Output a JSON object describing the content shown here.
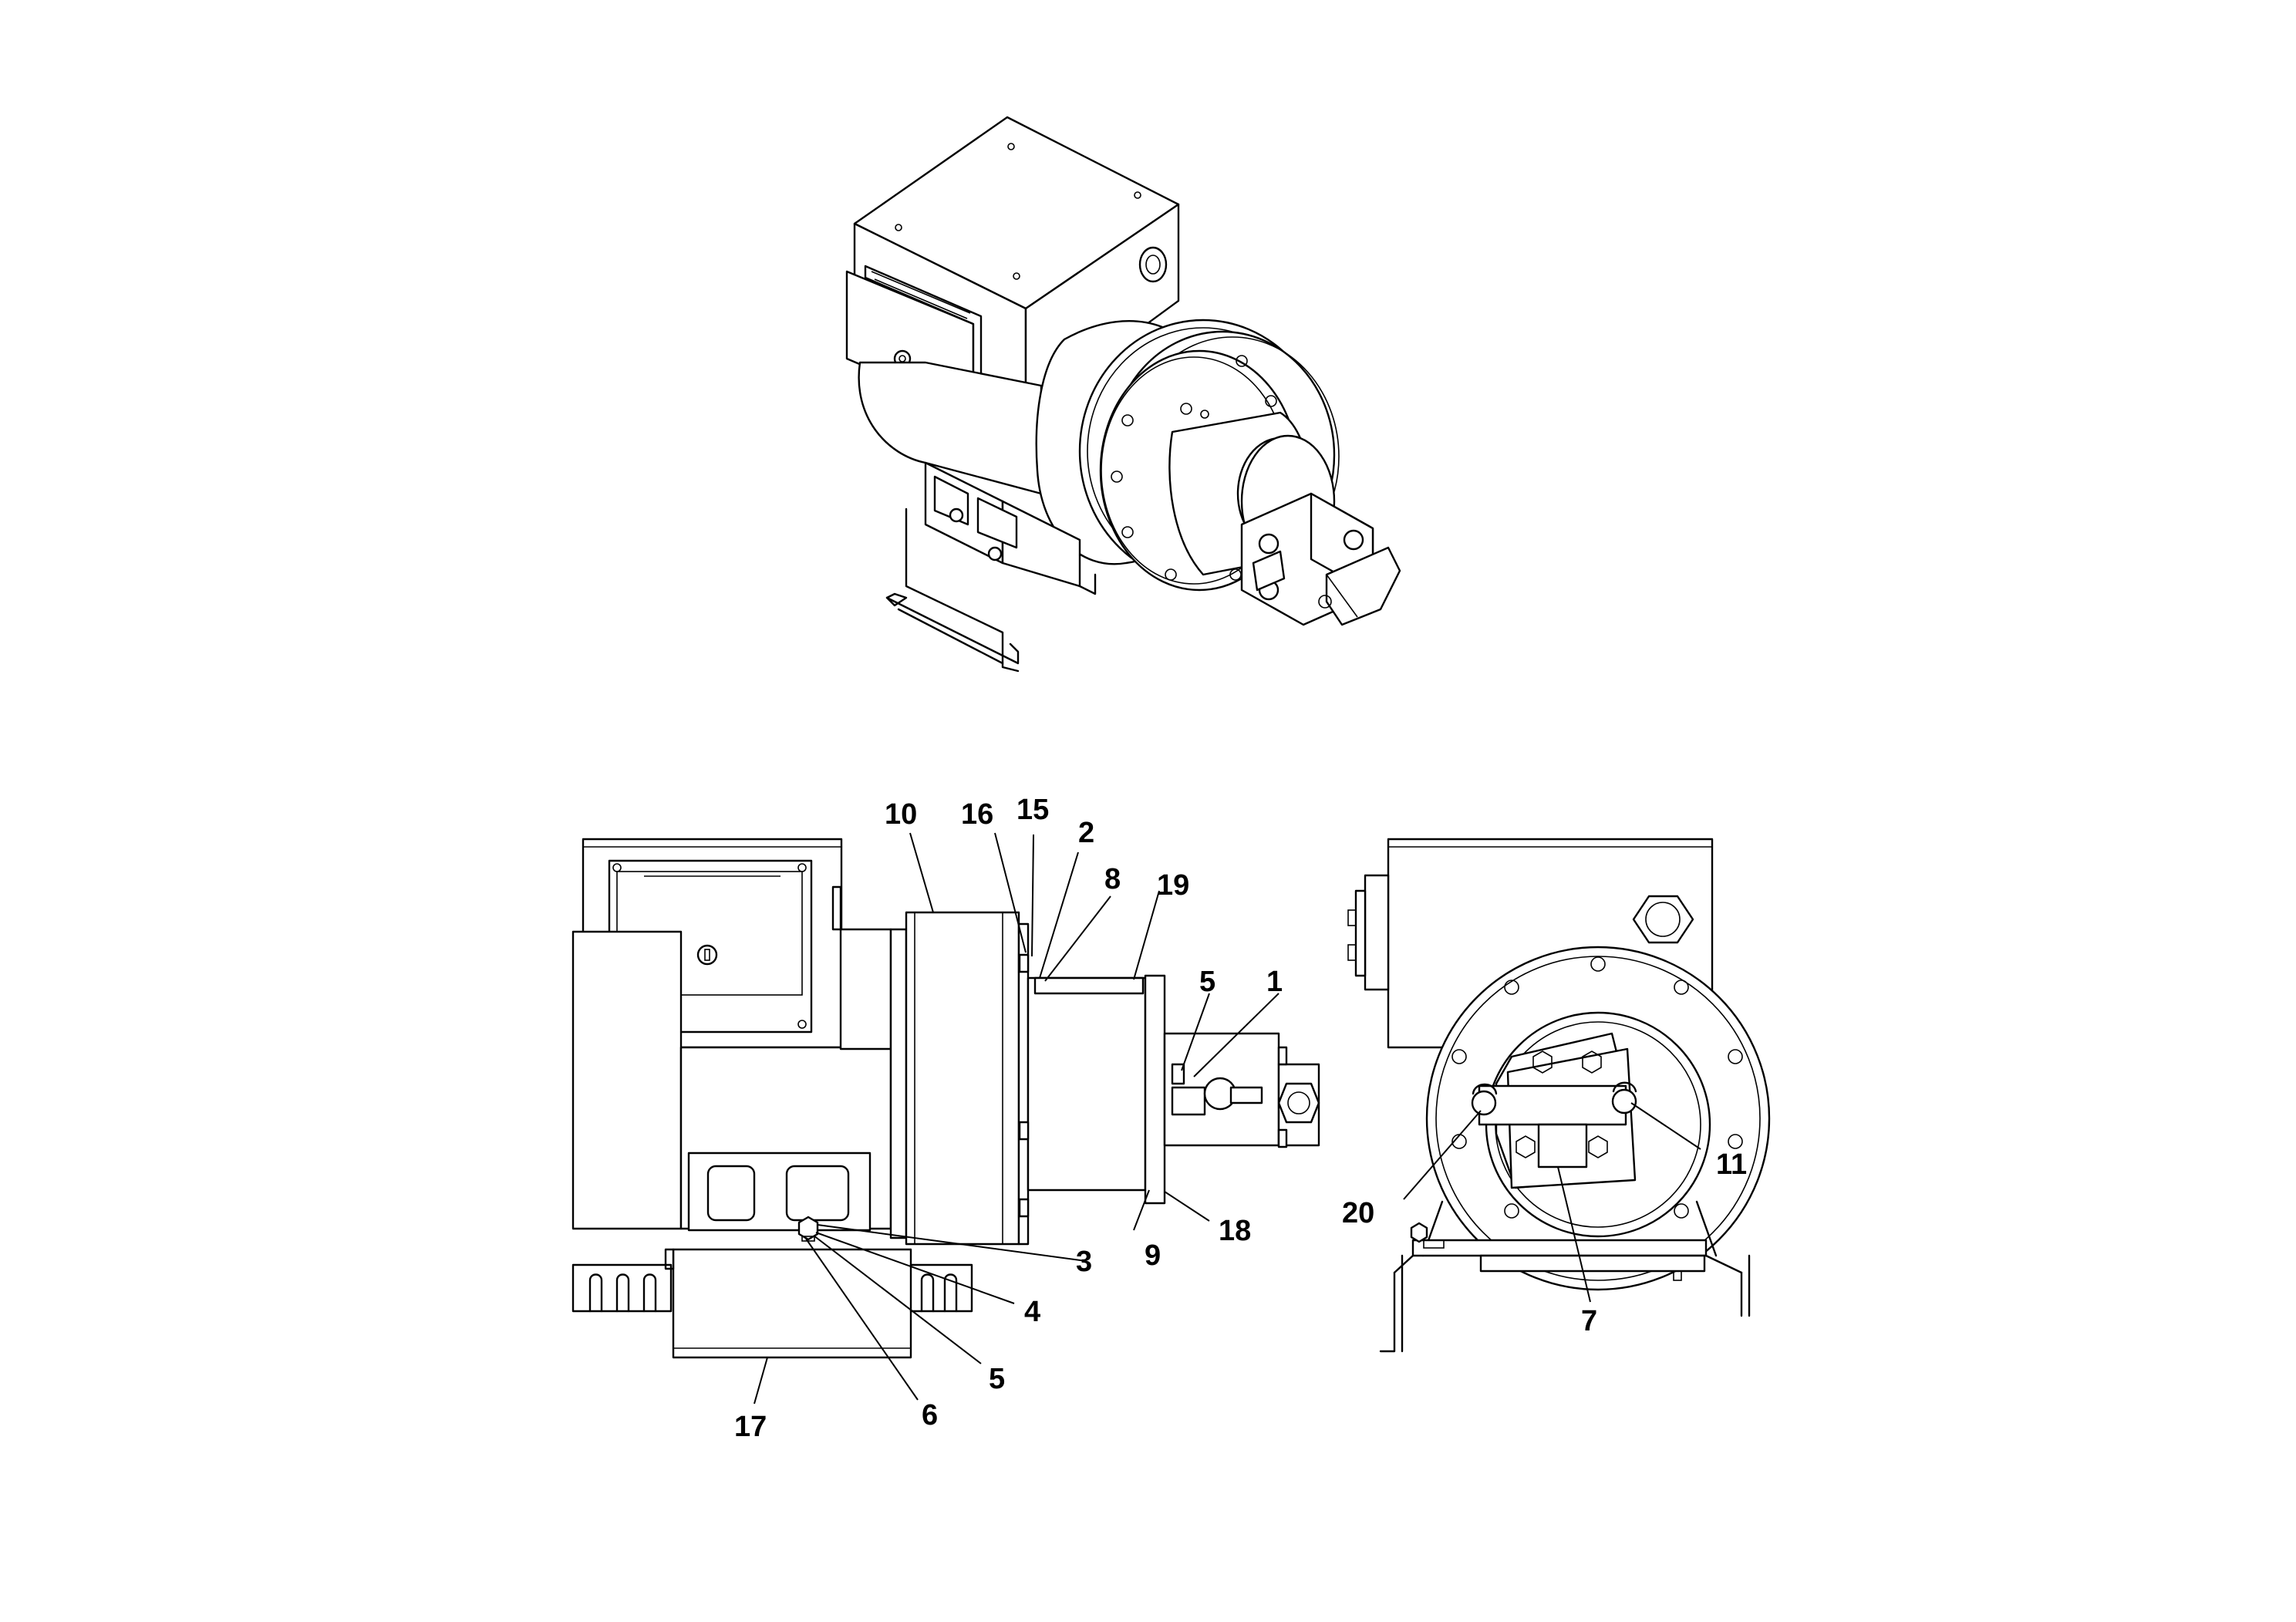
{
  "callouts": {
    "c1": "1",
    "c2": "2",
    "c3": "3",
    "c4": "4",
    "c5a": "5",
    "c5b": "5",
    "c6": "6",
    "c7": "7",
    "c8": "8",
    "c9": "9",
    "c10": "10",
    "c11": "11",
    "c15": "15",
    "c16": "16",
    "c17": "17",
    "c18": "18",
    "c19": "19",
    "c20": "20"
  }
}
